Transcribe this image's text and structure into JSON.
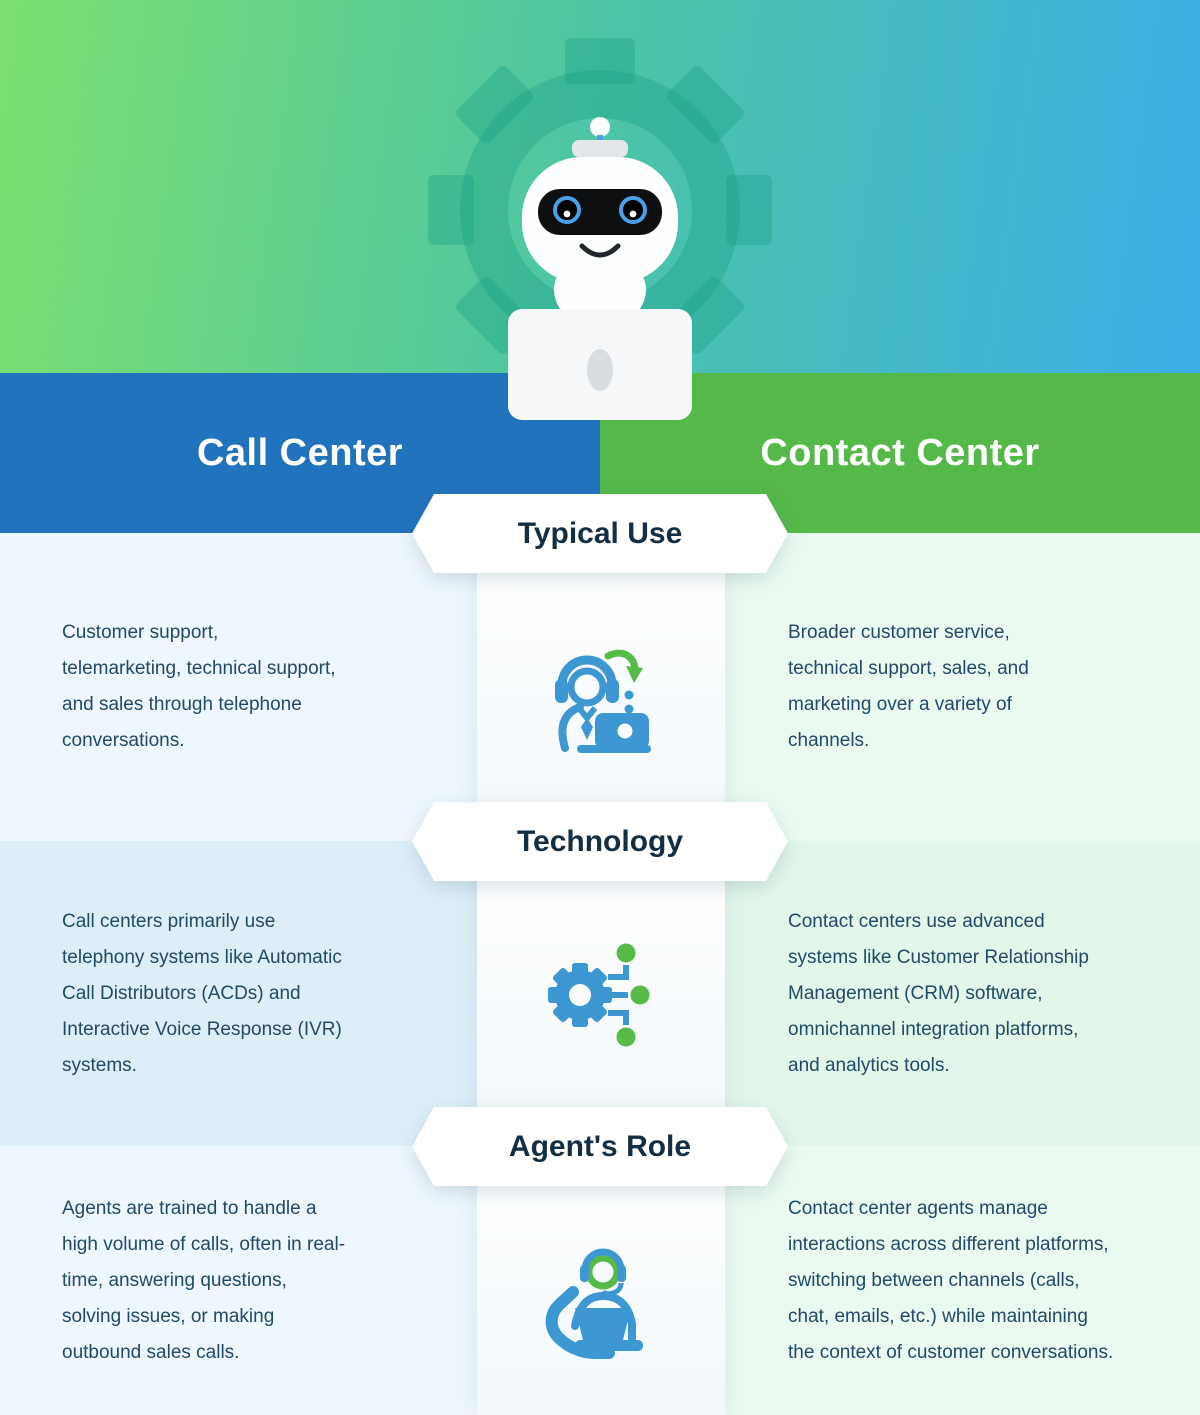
{
  "header": {
    "left_title": "Call Center",
    "right_title": "Contact Center"
  },
  "hero": {
    "illustration": "robot mascot with laptop on gear background"
  },
  "sections": [
    {
      "label": "Typical Use",
      "icon": "support-agent-laptop-icon",
      "call_center": [
        "Customer support,",
        "telemarketing, technical support,",
        "and sales through telephone",
        "conversations."
      ],
      "contact_center": [
        "Broader customer service,",
        "technical support, sales, and",
        "marketing over a variety of",
        "channels."
      ]
    },
    {
      "label": "Technology",
      "icon": "gear-network-icon",
      "call_center": [
        "Call centers primarily use",
        "telephony systems like Automatic",
        "Call Distributors (ACDs) and",
        "Interactive Voice Response (IVR)",
        "systems."
      ],
      "contact_center": [
        "Contact centers use advanced",
        "systems like Customer Relationship",
        "Management (CRM) software,",
        "omnichannel integration platforms,",
        "and analytics tools."
      ]
    },
    {
      "label": "Agent's Role",
      "icon": "agent-phone-icon",
      "call_center": [
        "Agents are trained to handle a",
        "high volume of calls, often in real-",
        "time, answering questions,",
        "solving issues, or making",
        "outbound sales calls."
      ],
      "contact_center": [
        "Contact center agents manage",
        "interactions across different platforms,",
        "switching between channels (calls,",
        "chat, emails, etc.) while maintaining",
        "the context of customer conversations."
      ]
    }
  ],
  "colors": {
    "header_blue": "#2273bd",
    "header_green": "#55b94a",
    "hero_gradient_left": "#7ce06f",
    "hero_gradient_right": "#3daee8",
    "icon_blue": "#3d97d3",
    "icon_green": "#56bb46",
    "body_text": "#204a66",
    "banner_text": "#142e44"
  }
}
